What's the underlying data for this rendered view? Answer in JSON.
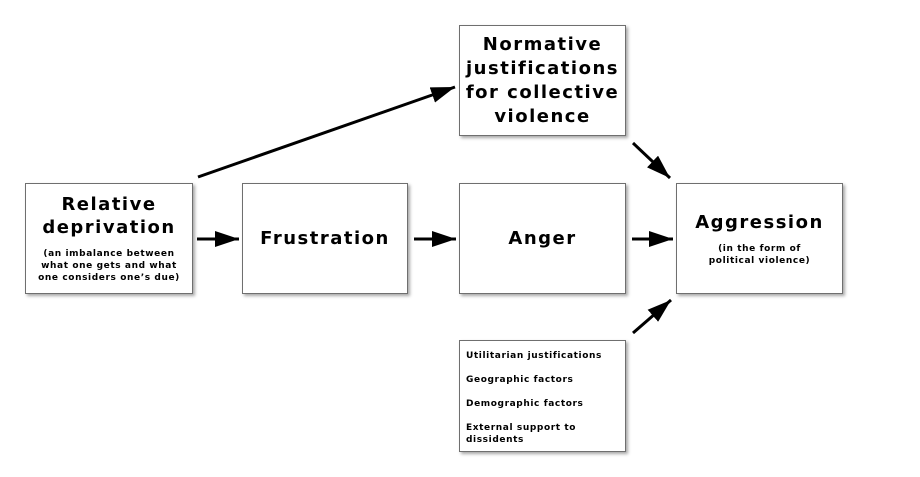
{
  "diagram": {
    "relative_deprivation": {
      "title": "Relative\ndeprivation",
      "subtitle": "(an imbalance between\nwhat one gets and what\none considers one’s due)"
    },
    "frustration": {
      "title": "Frustration"
    },
    "anger": {
      "title": "Anger"
    },
    "normative": {
      "title": "Normative\njustifications\nfor collective\nviolence"
    },
    "aggression": {
      "title": "Aggression",
      "subtitle": "(in the form of\npolitical violence)"
    },
    "factors": {
      "items": [
        "Utilitarian justifications",
        "Geographic factors",
        "Demographic factors",
        "External support to\ndissidents"
      ]
    },
    "colors": {
      "arrow": "#000000",
      "box_border": "#6f6f6f",
      "background": "#ffffff"
    }
  }
}
